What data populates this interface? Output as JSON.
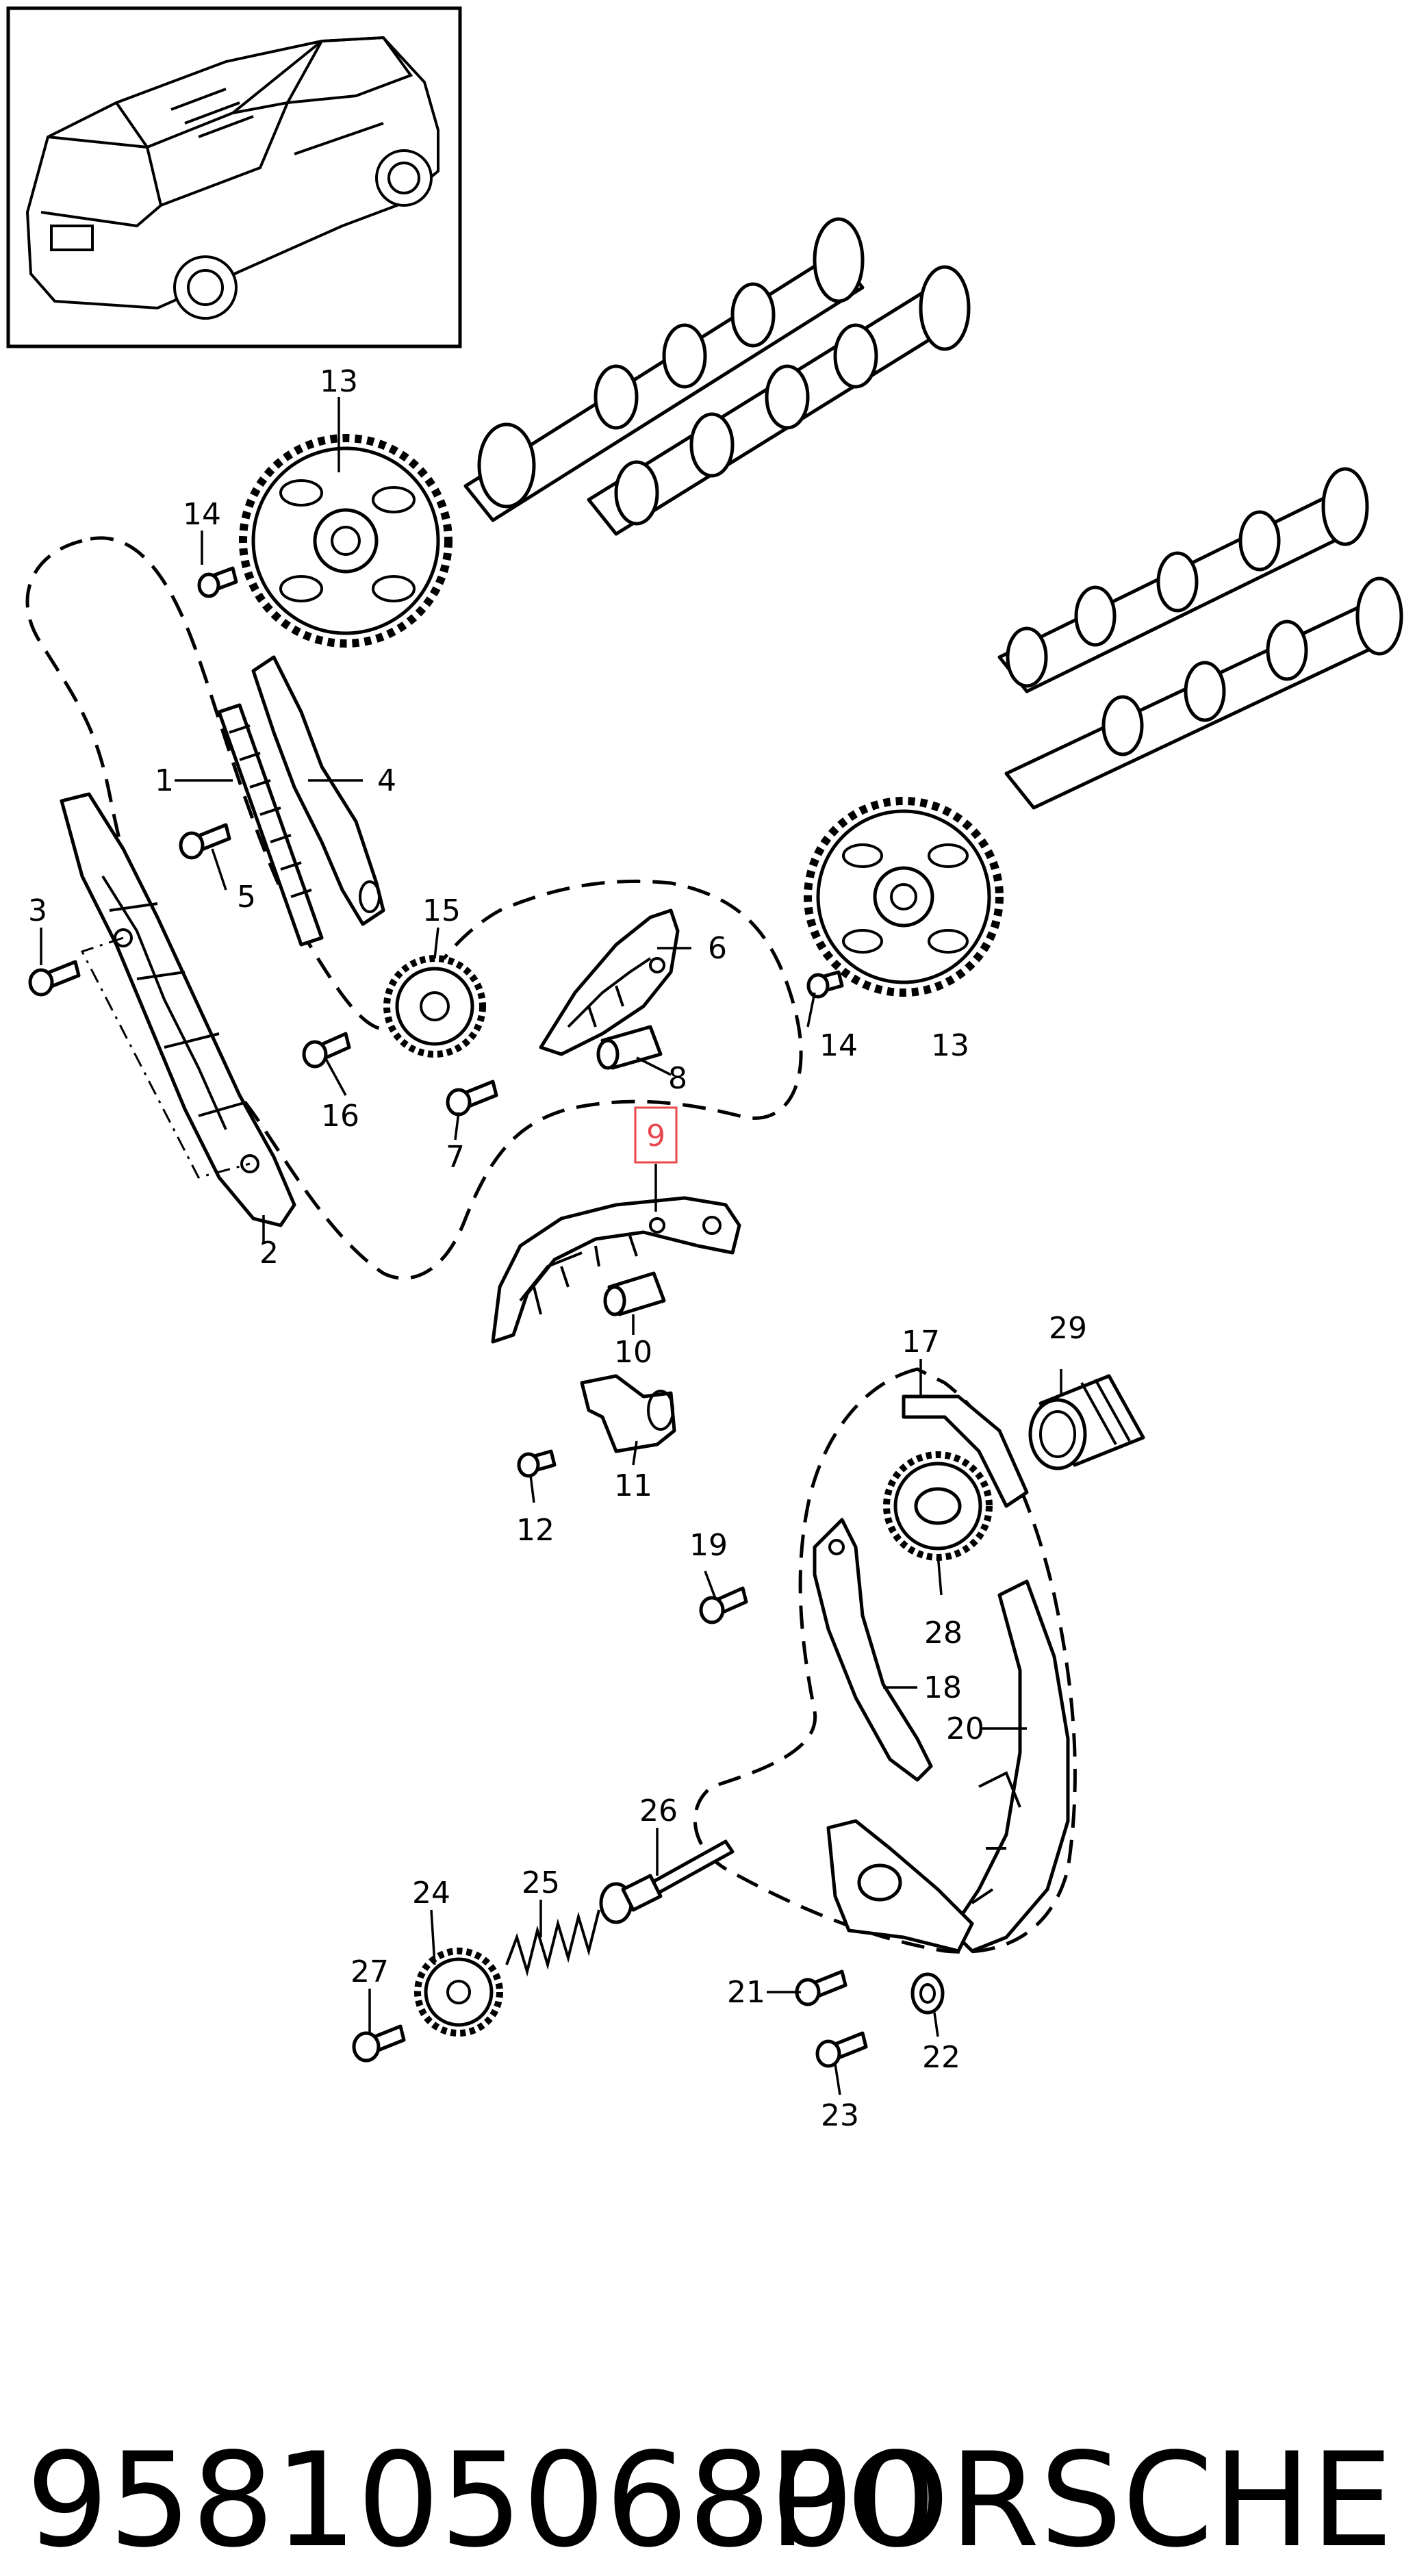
{
  "callouts": {
    "c1": "1",
    "c2": "2",
    "c3": "3",
    "c4": "4",
    "c5": "5",
    "c6": "6",
    "c7": "7",
    "c8": "8",
    "c9": "9",
    "c10": "10",
    "c11": "11",
    "c12": "12",
    "c13a": "13",
    "c13b": "13",
    "c14a": "14",
    "c14b": "14",
    "c15": "15",
    "c16": "16",
    "c17": "17",
    "c18": "18",
    "c19": "19",
    "c20": "20",
    "c21": "21",
    "c22": "22",
    "c23": "23",
    "c24": "24",
    "c25": "25",
    "c26": "26",
    "c27": "27",
    "c28": "28",
    "c29": "29"
  },
  "highlight": {
    "callout": "9",
    "color": "#e8474d"
  },
  "footer": {
    "part_number": "95810506800",
    "brand": "PORSCHE"
  }
}
